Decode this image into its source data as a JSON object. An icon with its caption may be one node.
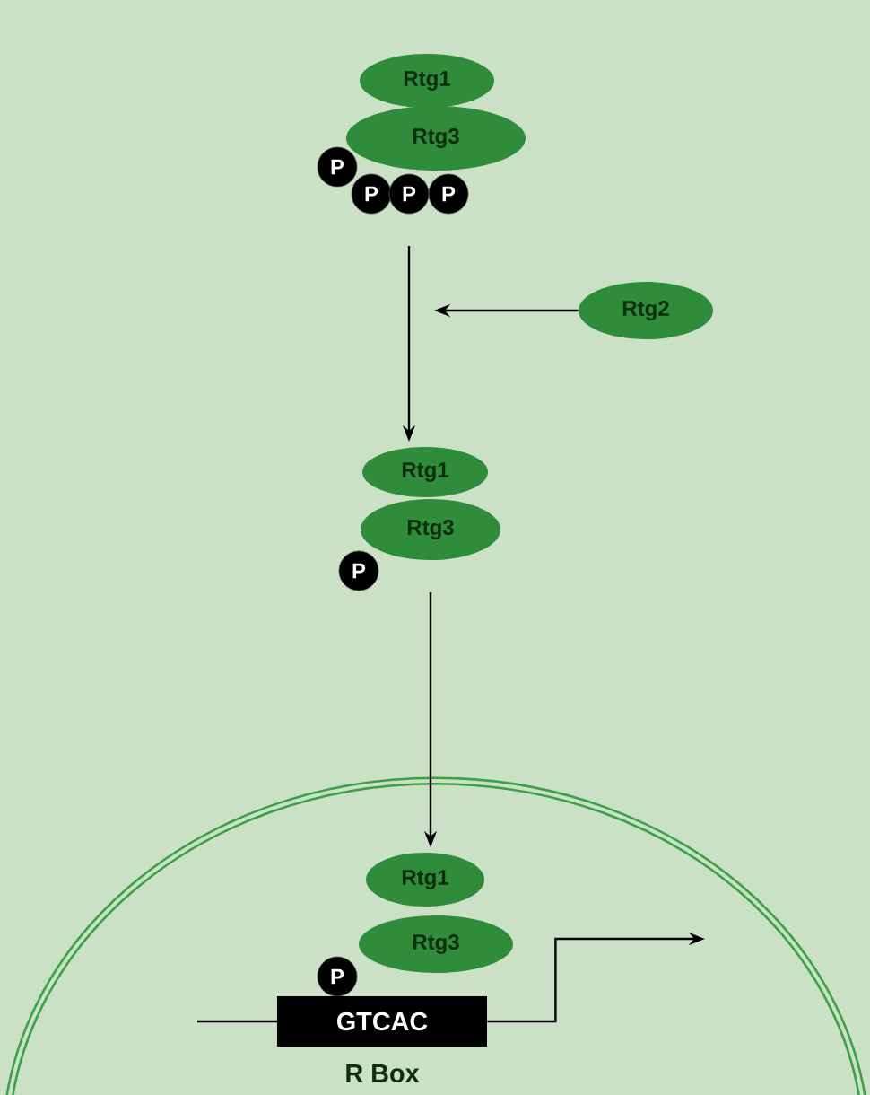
{
  "diagram": {
    "nodes": [
      {
        "text": [
          "Rtg1"
        ]
      },
      {
        "text": [
          "Rtg3"
        ]
      },
      {
        "text": [
          "P"
        ]
      },
      {
        "text": [
          "P"
        ]
      },
      {
        "text": [
          "P"
        ]
      },
      {
        "text": [
          "P"
        ]
      },
      {
        "text": [
          "Rtg2"
        ]
      },
      {
        "text": [
          "Rtg1"
        ]
      },
      {
        "text": [
          "Rtg3"
        ]
      },
      {
        "text": [
          "P"
        ]
      },
      {
        "text": [],
        "shape": "ellipse"
      },
      {
        "text": [
          "Rtg1"
        ],
        "in": 10
      },
      {
        "text": [
          "Rtg3"
        ],
        "in": 10
      },
      {
        "text": [
          "P"
        ],
        "in": 10
      },
      {
        "text": [
          "GTCAC"
        ],
        "beside": [
          "R Box"
        ],
        "in": 10
      }
    ],
    "edges": [
      {
        "from": 4,
        "to": 7,
        "arrow": "to"
      },
      {
        "from": 6,
        "to": null,
        "arrow": "to"
      },
      {
        "from": 8,
        "to": 11,
        "arrow": "to"
      },
      {
        "from": 14,
        "to": null,
        "arrow": "to"
      }
    ]
  }
}
